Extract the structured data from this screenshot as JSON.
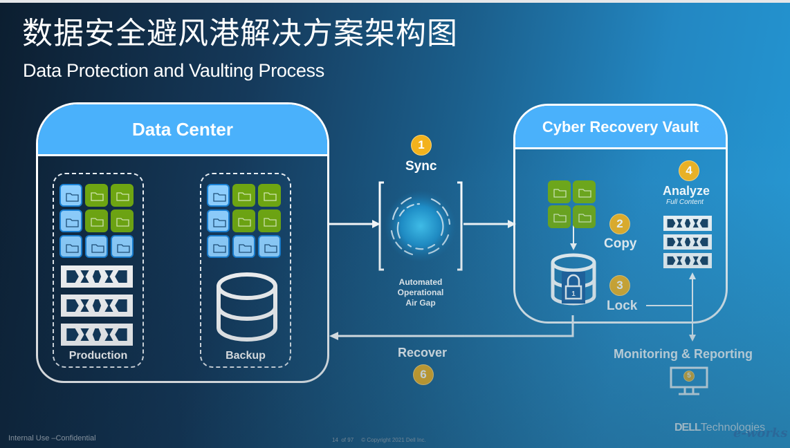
{
  "title": {
    "cn": "数据安全避风港解决方案架构图",
    "en": "Data Protection and Vaulting Process"
  },
  "data_center": {
    "title": "Data Center",
    "groups": [
      {
        "label": "Production",
        "tiles": [
          "blue",
          "green",
          "green",
          "blue",
          "green",
          "green",
          "blue",
          "blue",
          "blue"
        ],
        "servers": 3
      },
      {
        "label": "Backup",
        "tiles": [
          "blue",
          "green",
          "green",
          "blue",
          "green",
          "green",
          "blue",
          "blue",
          "blue"
        ],
        "icon": "database-icon"
      }
    ]
  },
  "air_gap": {
    "step": "1",
    "label": "Sync",
    "caption_lines": [
      "Automated",
      "Operational",
      "Air Gap"
    ]
  },
  "vault": {
    "title": "Cyber Recovery Vault",
    "steps": [
      {
        "num": "2",
        "label": "Copy"
      },
      {
        "num": "3",
        "label": "Lock"
      },
      {
        "num": "4",
        "label": "Analyze",
        "sublabel": "Full Content"
      }
    ],
    "tiles": [
      "green",
      "green",
      "green",
      "green"
    ],
    "lock_digit": "1"
  },
  "monitoring": {
    "step": "5",
    "label": "Monitoring & Reporting"
  },
  "recover": {
    "step": "6",
    "label": "Recover"
  },
  "footer": {
    "classification": "Internal Use –Confidential",
    "page_current": "14",
    "page_of": "of 97",
    "copyright": "© Copyright 2021 Dell Inc.",
    "brand_dell": "DELL",
    "brand_tech": "Technologies",
    "watermark": "e-works"
  },
  "colors": {
    "panel_header": "#4ab1fb",
    "badge": "#f3b21c",
    "tile_blue": "#8fd0ff",
    "tile_green": "#6fa712"
  }
}
